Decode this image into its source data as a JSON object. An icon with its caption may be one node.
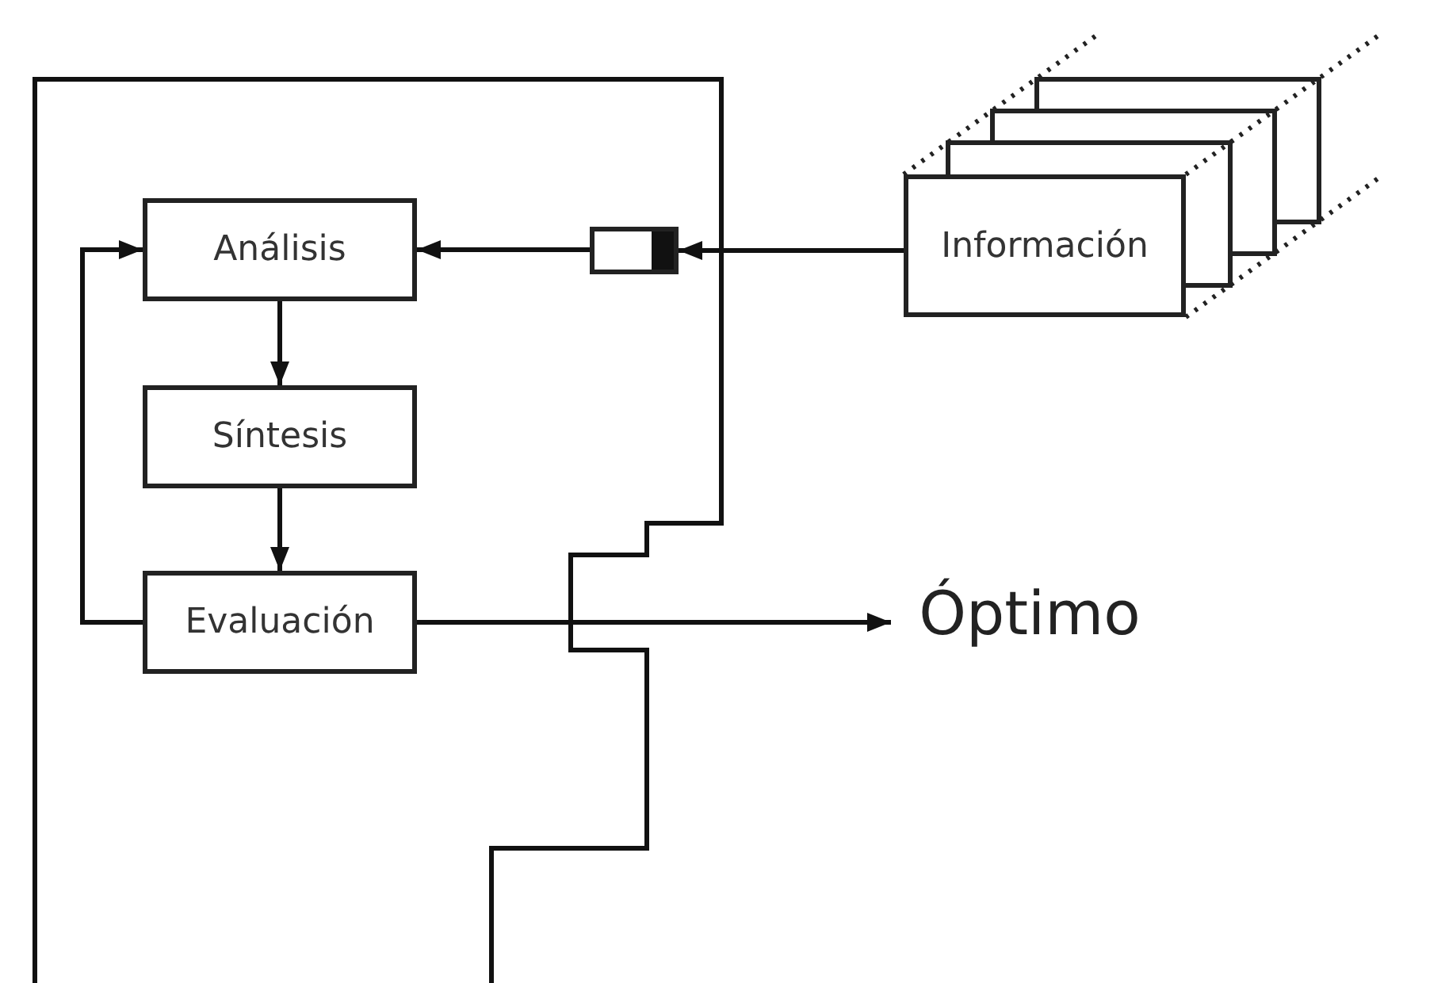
{
  "diagram": {
    "nodes": [
      {
        "text": [
          "Análisis"
        ]
      },
      {
        "text": [
          "Síntesis"
        ]
      },
      {
        "text": [
          "Evaluación"
        ]
      },
      {
        "text": [
          "Información"
        ]
      },
      {
        "text": [],
        "shape": "box"
      },
      {
        "text": [
          "Óptimo"
        ]
      }
    ],
    "edges": [
      {
        "from": 3,
        "to": 4,
        "arrow": "to"
      },
      {
        "from": 4,
        "to": 0,
        "arrow": "to"
      },
      {
        "from": 0,
        "to": 1,
        "arrow": "to"
      },
      {
        "from": 1,
        "to": 2,
        "arrow": "to"
      },
      {
        "from": 2,
        "to": 0,
        "arrow": "to"
      },
      {
        "from": 2,
        "to": 5,
        "arrow": "to"
      }
    ]
  }
}
